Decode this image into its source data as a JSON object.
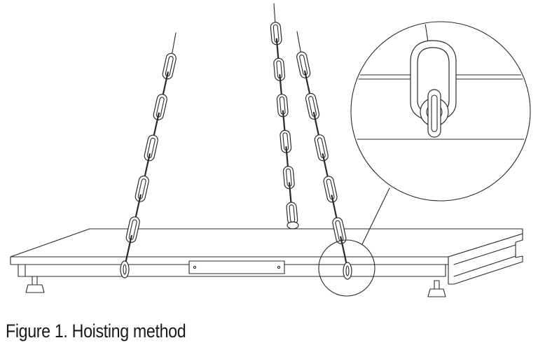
{
  "figure": {
    "caption": "Figure 1. Hoisting method",
    "components": [
      "scale-platform",
      "hoisting-chain",
      "lifting-eye",
      "detail-magnifier",
      "leveling-foot",
      "nameplate"
    ],
    "colors": {
      "line": "#2a2a2a",
      "background": "#ffffff"
    }
  }
}
